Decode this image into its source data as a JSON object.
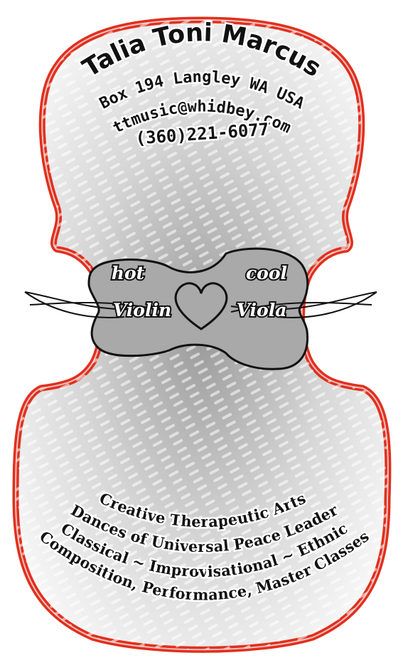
{
  "header": {
    "name": "Talia Toni Marcus",
    "address": "Box 194 Langley WA USA",
    "email": "ttmusic@whidbey.com",
    "phone": "(360)221-6077"
  },
  "center": {
    "top_left": "hot",
    "top_right": "cool",
    "bottom_left": "Violin",
    "bottom_right": "Viola"
  },
  "footer": {
    "line1": "Creative Therapeutic Arts",
    "line2": "Dances of Universal Peace Leader",
    "line3": "Classical ~ Improvisational ~ Ethnic",
    "line4": "Composition, Performance, Master Classes"
  },
  "colors": {
    "outline": "#e0301e",
    "fill": "#f2f2f2",
    "ink": "#111111",
    "center_fill": "#a9a9a9"
  }
}
